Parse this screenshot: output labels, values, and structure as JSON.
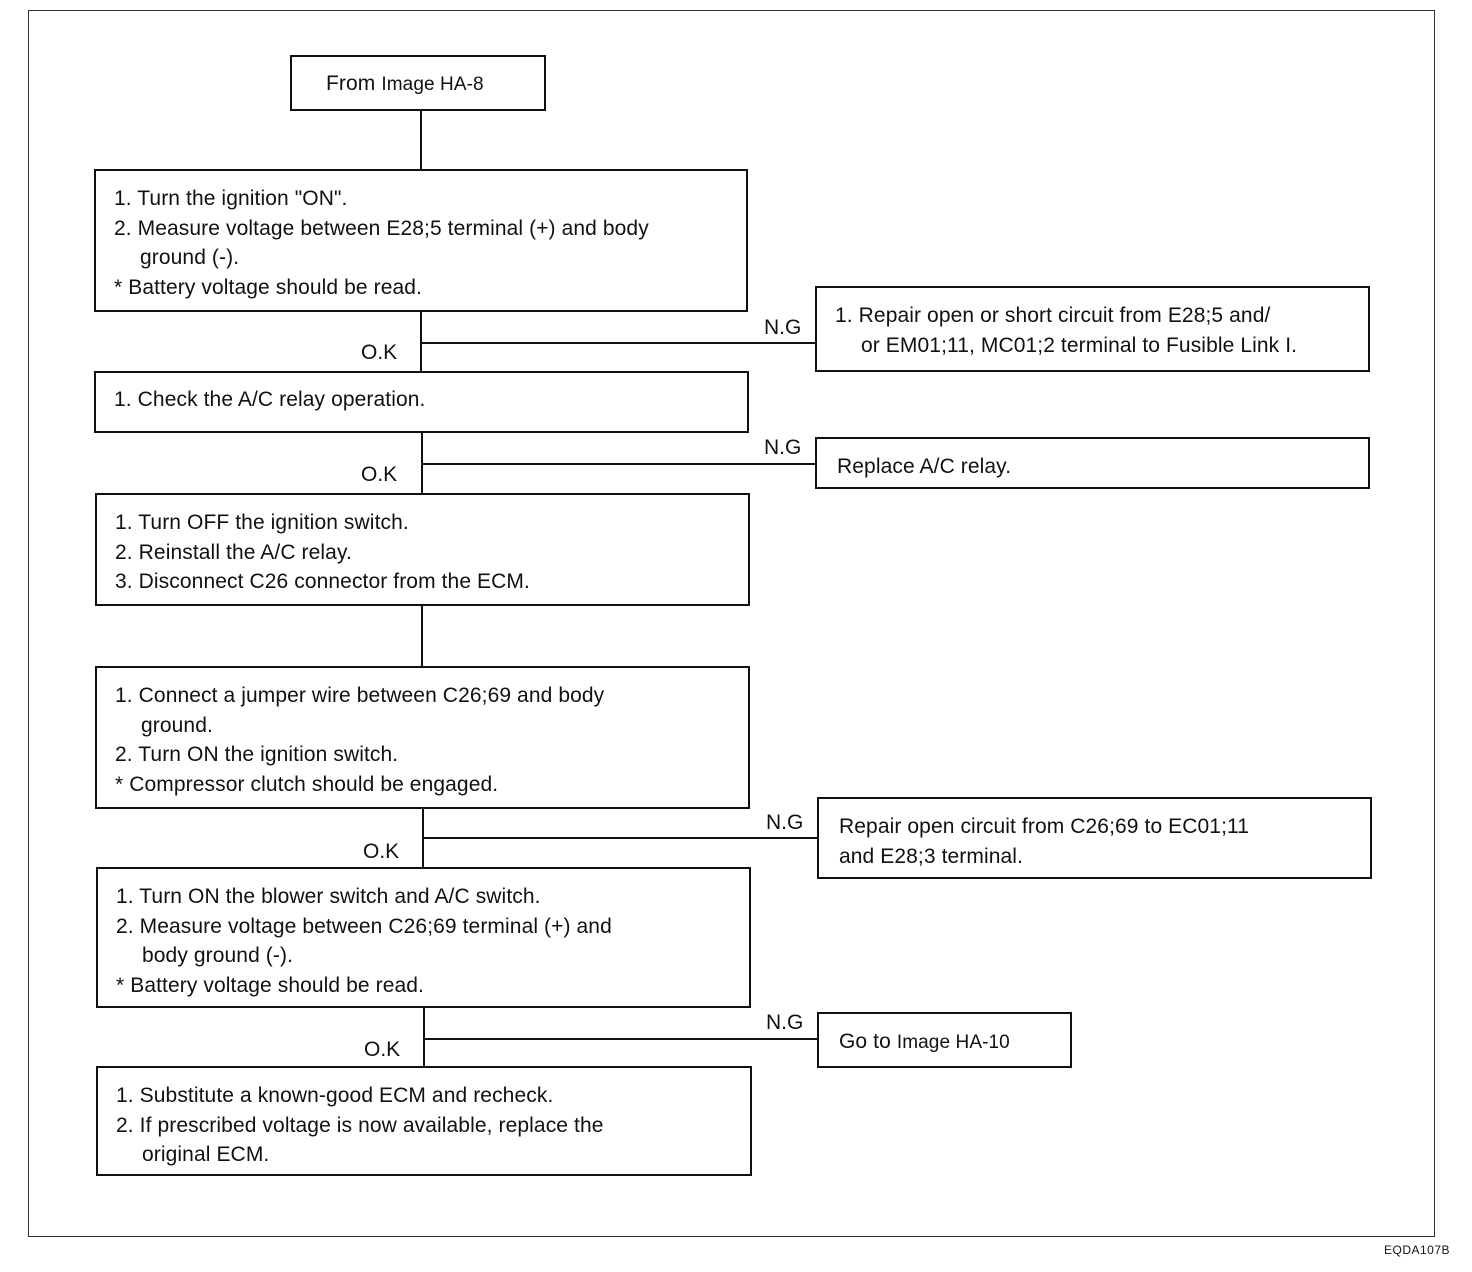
{
  "start": {
    "prefix": "From",
    "ref": "Image HA-8"
  },
  "steps": [
    {
      "lines": [
        "1. Turn the ignition \"ON\".",
        "2. Measure voltage between E28;5 terminal (+) and body",
        "ground (-).",
        "*  Battery voltage should be read."
      ]
    },
    {
      "lines": [
        "1. Check the A/C relay operation."
      ]
    },
    {
      "lines": [
        "1. Turn OFF the ignition switch.",
        "2. Reinstall the A/C relay.",
        "3. Disconnect C26 connector from the ECM."
      ]
    },
    {
      "lines": [
        "1. Connect a jumper wire between C26;69 and body",
        "ground.",
        "2. Turn ON the ignition switch.",
        "*   Compressor clutch should be engaged."
      ]
    },
    {
      "lines": [
        "1. Turn ON the blower switch and A/C switch.",
        "2. Measure voltage between C26;69 terminal (+) and",
        "body ground (-).",
        "*   Battery voltage should be read."
      ]
    },
    {
      "lines": [
        "1. Substitute a known-good ECM and recheck.",
        "2. If prescribed voltage is now available, replace the",
        "original ECM."
      ]
    }
  ],
  "remedies": [
    {
      "lines": [
        "1. Repair open or short circuit from E28;5 and/",
        "or EM01;11, MC01;2 terminal to Fusible Link I."
      ]
    },
    {
      "lines": [
        "Replace A/C relay."
      ]
    },
    {
      "lines": [
        "Repair open circuit from C26;69  to EC01;11",
        "and E28;3 terminal."
      ]
    },
    {
      "prefix": "Go to",
      "ref": "Image HA-10"
    }
  ],
  "labels": {
    "ok": "O.K",
    "ng": "N.G"
  },
  "figure_code": "EQDA107B"
}
